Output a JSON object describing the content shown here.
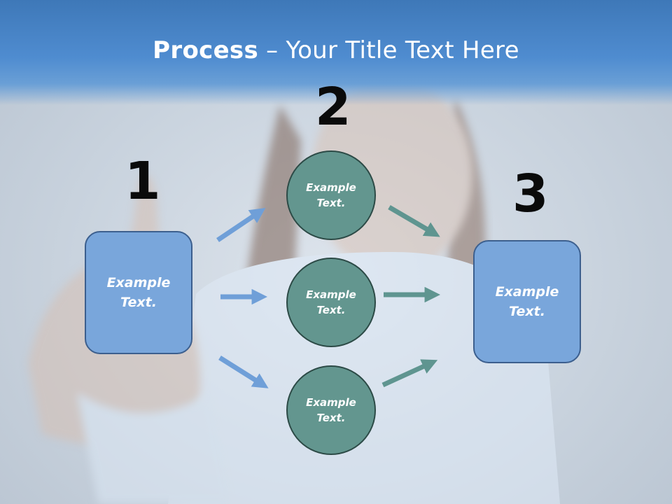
{
  "slide": {
    "title_bold": "Process",
    "title_rest": " – Your Title Text Here"
  },
  "steps": [
    {
      "number": "1",
      "nodes": [
        {
          "label": "Example Text."
        }
      ]
    },
    {
      "number": "2",
      "nodes": [
        {
          "label": "Example Text."
        },
        {
          "label": "Example Text."
        },
        {
          "label": "Example Text."
        }
      ]
    },
    {
      "number": "3",
      "nodes": [
        {
          "label": "Example Text."
        }
      ]
    }
  ],
  "colors": {
    "header": "#4f8cd0",
    "box_fill": "#79a6db",
    "circle_fill": "#63968f",
    "arrow_blue": "#6f9fd8",
    "arrow_teal": "#5f9590"
  }
}
